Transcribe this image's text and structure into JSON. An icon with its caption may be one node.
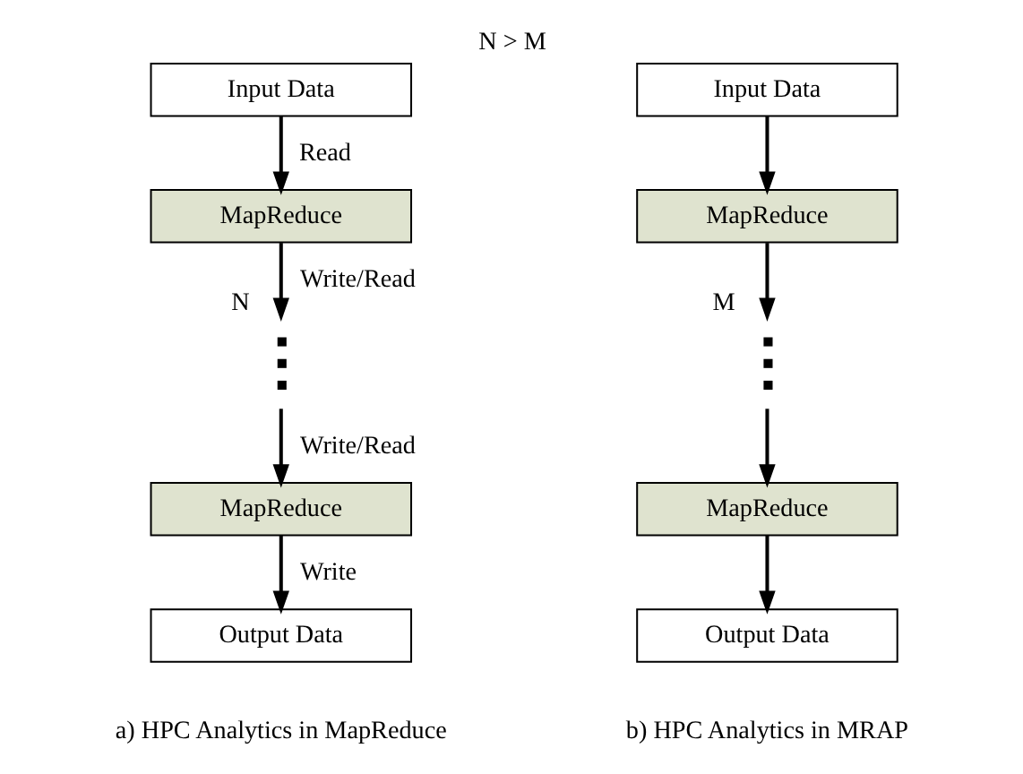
{
  "diagram": {
    "title": "N > M",
    "nodes": [
      {
        "text": [
          "Input Data"
        ]
      },
      {
        "text": [
          "MapReduce"
        ]
      },
      {
        "text": [],
        "shape": "dots",
        "beside": [
          "N"
        ]
      },
      {
        "text": [
          "MapReduce"
        ]
      },
      {
        "text": [
          "Output Data"
        ]
      },
      {
        "text": [
          "Input Data"
        ]
      },
      {
        "text": [
          "MapReduce"
        ]
      },
      {
        "text": [],
        "shape": "dots",
        "beside": [
          "M"
        ]
      },
      {
        "text": [
          "MapReduce"
        ]
      },
      {
        "text": [
          "Output Data"
        ]
      }
    ],
    "edges": [
      {
        "from": 0,
        "to": 1,
        "arrow": "to",
        "label": "Read"
      },
      {
        "from": 1,
        "to": 2,
        "arrow": "to",
        "label": "Write/Read"
      },
      {
        "from": 2,
        "to": 3,
        "arrow": "to",
        "label": "Write/Read"
      },
      {
        "from": 3,
        "to": 4,
        "arrow": "to",
        "label": "Write"
      },
      {
        "from": 5,
        "to": 6,
        "arrow": "to"
      },
      {
        "from": 6,
        "to": 7,
        "arrow": "to"
      },
      {
        "from": 7,
        "to": 8,
        "arrow": "to"
      },
      {
        "from": 8,
        "to": 9,
        "arrow": "to"
      }
    ],
    "labels": [
      "a) HPC Analytics in MapReduce",
      "b) HPC Analytics in MRAP"
    ]
  }
}
